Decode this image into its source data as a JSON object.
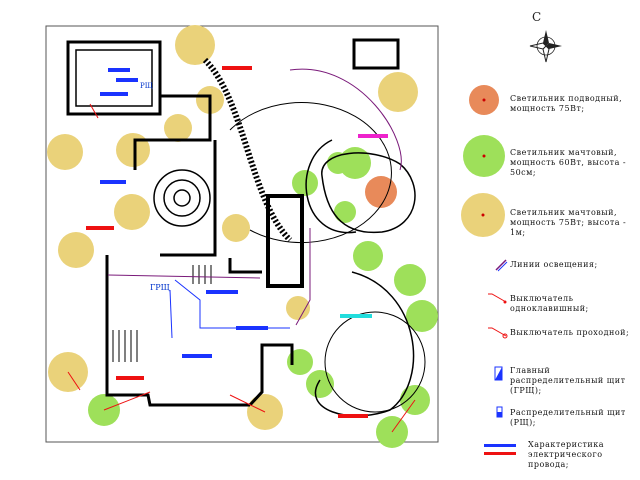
{
  "compass": {
    "north_label": "С"
  },
  "plan_labels": {
    "grsh": "ГРЩ",
    "rsh": "РЩ"
  },
  "legend": [
    {
      "icon": "underwater-light-icon",
      "text": "Светильник подводный, мощность 75Вт;"
    },
    {
      "icon": "mast-light-small-icon",
      "text": "Светильник мачтовый, мощность 60Вт, высота - 50см;"
    },
    {
      "icon": "mast-light-large-icon",
      "text": "Светильник мачтовый, мощность 75Вт; высота - 1м;"
    },
    {
      "icon": "lighting-line-icon",
      "text": "Линии освещения;"
    },
    {
      "icon": "single-switch-icon",
      "text": "Выключатель одноклавишный;"
    },
    {
      "icon": "pass-switch-icon",
      "text": "Выключатель проходной;"
    },
    {
      "icon": "main-panel-icon",
      "text": "Главный распределительный щит (ГРЩ);"
    },
    {
      "icon": "distribution-panel-icon",
      "text": "Распределительный щит (РЩ);"
    },
    {
      "icon": "cable-spec-icon",
      "text": "Характеристика электрического провода;"
    }
  ],
  "colors": {
    "wall": "#000000",
    "lamp_large": "#ead27a",
    "lamp_small": "#9ee05a",
    "lamp_underwater": "#e88a5a",
    "wire_blue": "#1a33ff",
    "wire_red": "#ee1111",
    "lighting_line": "#7a1a7a",
    "cyan_marker": "#22dddd",
    "magenta_marker": "#ee22cc"
  }
}
